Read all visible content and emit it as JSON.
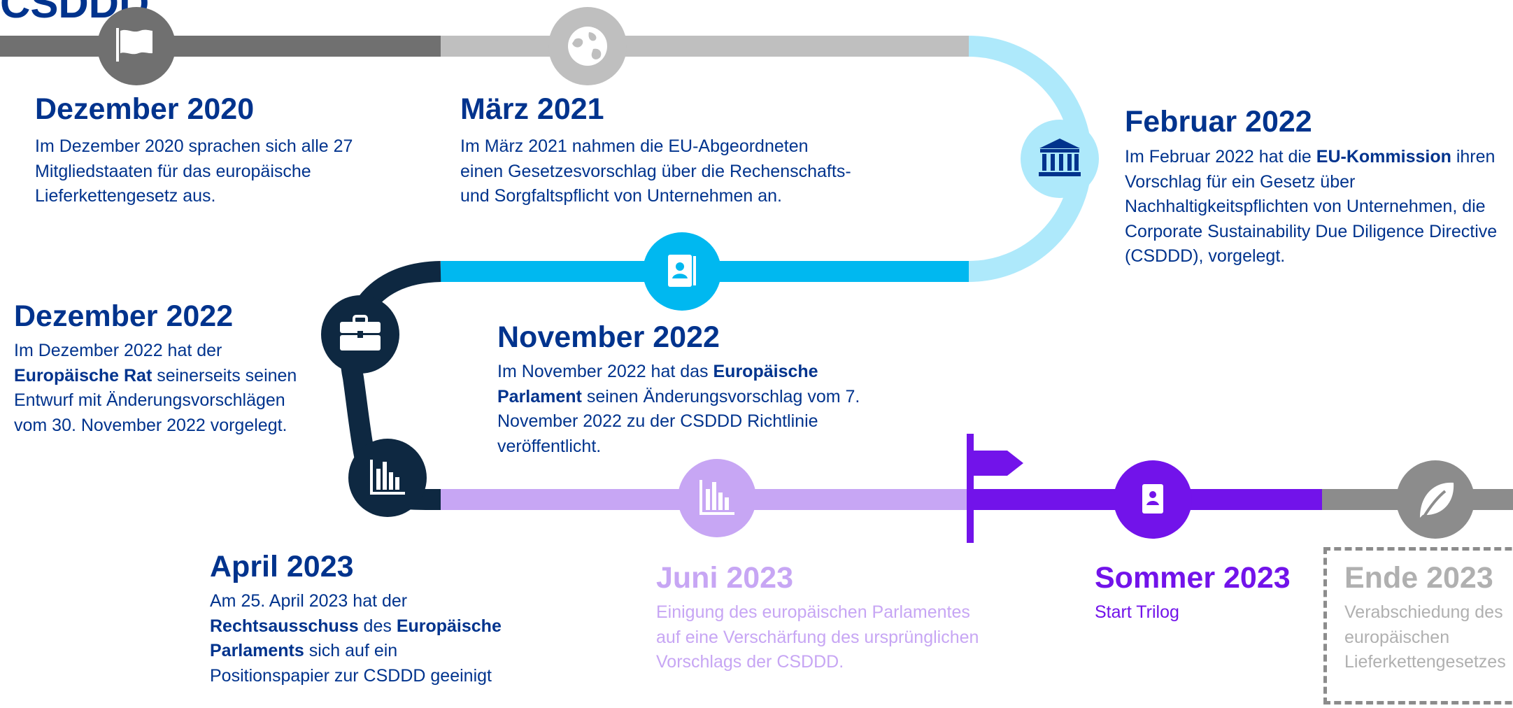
{
  "page_title": "CSDDD",
  "colors": {
    "dark_gray": "#707070",
    "light_gray": "#bfbfbf",
    "light_blue": "#aee9fb",
    "blue": "#00b8f0",
    "navy": "#0e2841",
    "light_purple": "#c7a6f4",
    "purple": "#7213ea",
    "mid_gray": "#8c8c8c",
    "text_blue": "#00338d"
  },
  "milestones": [
    {
      "id": "dez-2020",
      "date": "Dezember 2020",
      "text_html": "Im Dezember 2020 sprachen sich alle 27 Mitgliedstaaten für das europäische Lieferkettengesetz aus.",
      "icon": "flag-icon"
    },
    {
      "id": "maerz-2021",
      "date": "März 2021",
      "text_html": "Im März 2021 nahmen die EU-Abgeordneten einen Gesetzesvorschlag über die Rechenschafts- und Sorgfaltspflicht von Unternehmen an.",
      "icon": "globe-icon"
    },
    {
      "id": "feb-2022",
      "date": "Februar 2022",
      "text_html": "Im Februar 2022 hat die <b>EU-Kommission</b> ihren Vorschlag für ein Gesetz über Nachhaltigkeitspflichten von Unternehmen, die Corporate Sustainability Due Diligence Directive (CSDDD), vorgelegt.",
      "icon": "institution-icon"
    },
    {
      "id": "nov-2022",
      "date": "November 2022",
      "text_html": "Im November 2022 hat das <b>Europäische Parlament</b> seinen Änderungsvorschlag vom 7. November 2022 zu der CSDDD Richtlinie veröffentlicht.",
      "icon": "contact-book-icon"
    },
    {
      "id": "dez-2022",
      "date": "Dezember 2022",
      "text_html": "Im Dezember 2022 hat der <b>Europäische Rat</b> seinerseits seinen Entwurf mit Änderungsvorschlägen vom 30. November 2022 vorgelegt.",
      "icon": "briefcase-icon"
    },
    {
      "id": "apr-2023",
      "date": "April 2023",
      "text_html": "Am 25. April 2023 hat der <b>Rechtsausschuss</b> des <b>Europäische Parlaments</b> sich auf ein Positionspapier zur CSDDD geeinigt",
      "icon": "bar-chart-icon"
    },
    {
      "id": "jun-2023",
      "date": "Juni 2023",
      "text_html": "Einigung des europäischen Parlamentes auf eine Verschärfung des ursprünglichen Vorschlags der CSDDD.",
      "icon": "bar-chart-icon"
    },
    {
      "id": "sommer-2023",
      "date": "Sommer 2023",
      "text_html": "Start Trilog",
      "icon": "contact-card-icon"
    },
    {
      "id": "ende-2023",
      "date": "Ende 2023",
      "text_html": "Verabschiedung des europäischen Lieferkettengesetzes",
      "icon": "leaf-icon"
    }
  ],
  "today_marker_icon": "pennant-flag-icon"
}
